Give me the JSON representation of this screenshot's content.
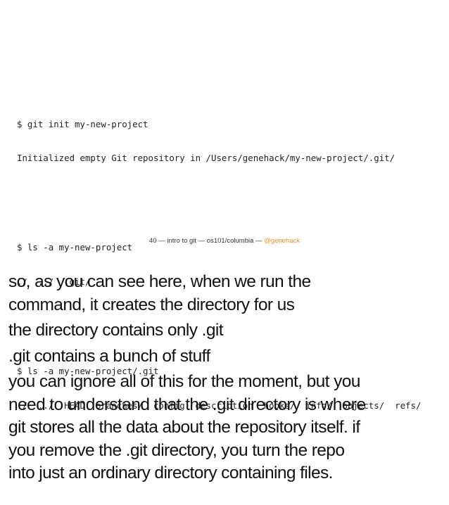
{
  "slide": {
    "terminal_lines": [
      [
        "$ git init my-new-project",
        "Initialized empty Git repository in /Users/genehack/my-new-project/.git/"
      ],
      [
        "$ ls -a my-new-project",
        "./  ../  .git/"
      ],
      [
        "$ ls -a my-new-project/.git",
        "./  ../  HEAD  branches/  config  description  hooks/  info/  objects/  refs/"
      ]
    ],
    "footer_text": "40 — intro to git — os101/columbia — ",
    "footer_handle": "@genehack",
    "footer_handle_color": "#f08a1c"
  },
  "notes": {
    "paragraphs": [
      [
        "so, as you can see here, when we run the",
        "command, it creates the directory for us"
      ],
      [
        "the directory contains only .git"
      ],
      [
        ".git contains a bunch of stuff"
      ],
      [
        "you can ignore all of this for the moment, but you",
        "need to understand that the .git directory is where",
        "git stores all the data about the repository itself. if",
        "you remove the .git directory, you turn the repo",
        "into just an ordinary directory containing files."
      ]
    ]
  }
}
